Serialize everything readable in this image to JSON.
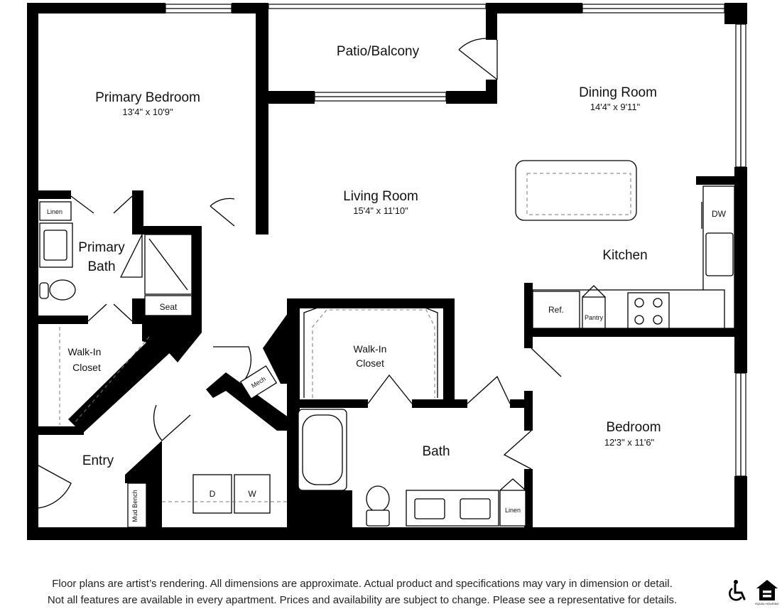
{
  "rooms": {
    "patio": {
      "name": "Patio/Balcony"
    },
    "primary_bedroom": {
      "name": "Primary Bedroom",
      "dims": "13'4\" x 10'9\""
    },
    "dining_room": {
      "name": "Dining Room",
      "dims": "14'4\" x 9'11\""
    },
    "living_room": {
      "name": "Living Room",
      "dims": "15'4\" x 11'10\""
    },
    "kitchen": {
      "name": "Kitchen"
    },
    "primary_bath": {
      "name_line1": "Primary",
      "name_line2": "Bath"
    },
    "walk_in_closet_primary": {
      "name_line1": "Walk-In",
      "name_line2": "Closet"
    },
    "walk_in_closet_secondary": {
      "name_line1": "Walk-In",
      "name_line2": "Closet"
    },
    "entry": {
      "name": "Entry"
    },
    "bath": {
      "name": "Bath"
    },
    "bedroom": {
      "name": "Bedroom",
      "dims": "12'3\" x 11'6\""
    }
  },
  "fixtures": {
    "linen_primary": "Linen",
    "seat": "Seat",
    "dw": "DW",
    "ref": "Ref.",
    "pantry": "Pantry",
    "mech": "Mech",
    "dryer": "D",
    "washer": "W",
    "mud_bench": "Mud Bench",
    "linen_bath": "Linen"
  },
  "disclaimer": {
    "line1": "Floor plans are artist’s rendering. All dimensions are approximate. Actual product and specifications may vary in dimension or detail.",
    "line2": "Not all features are available in every apartment. Prices and availability are subject to change. Please see a representative for details."
  },
  "badges": {
    "accessibility_icon": "wheelchair-icon",
    "housing_icon": "equal-housing-icon",
    "housing_caption": "EQUAL HOUSING"
  }
}
